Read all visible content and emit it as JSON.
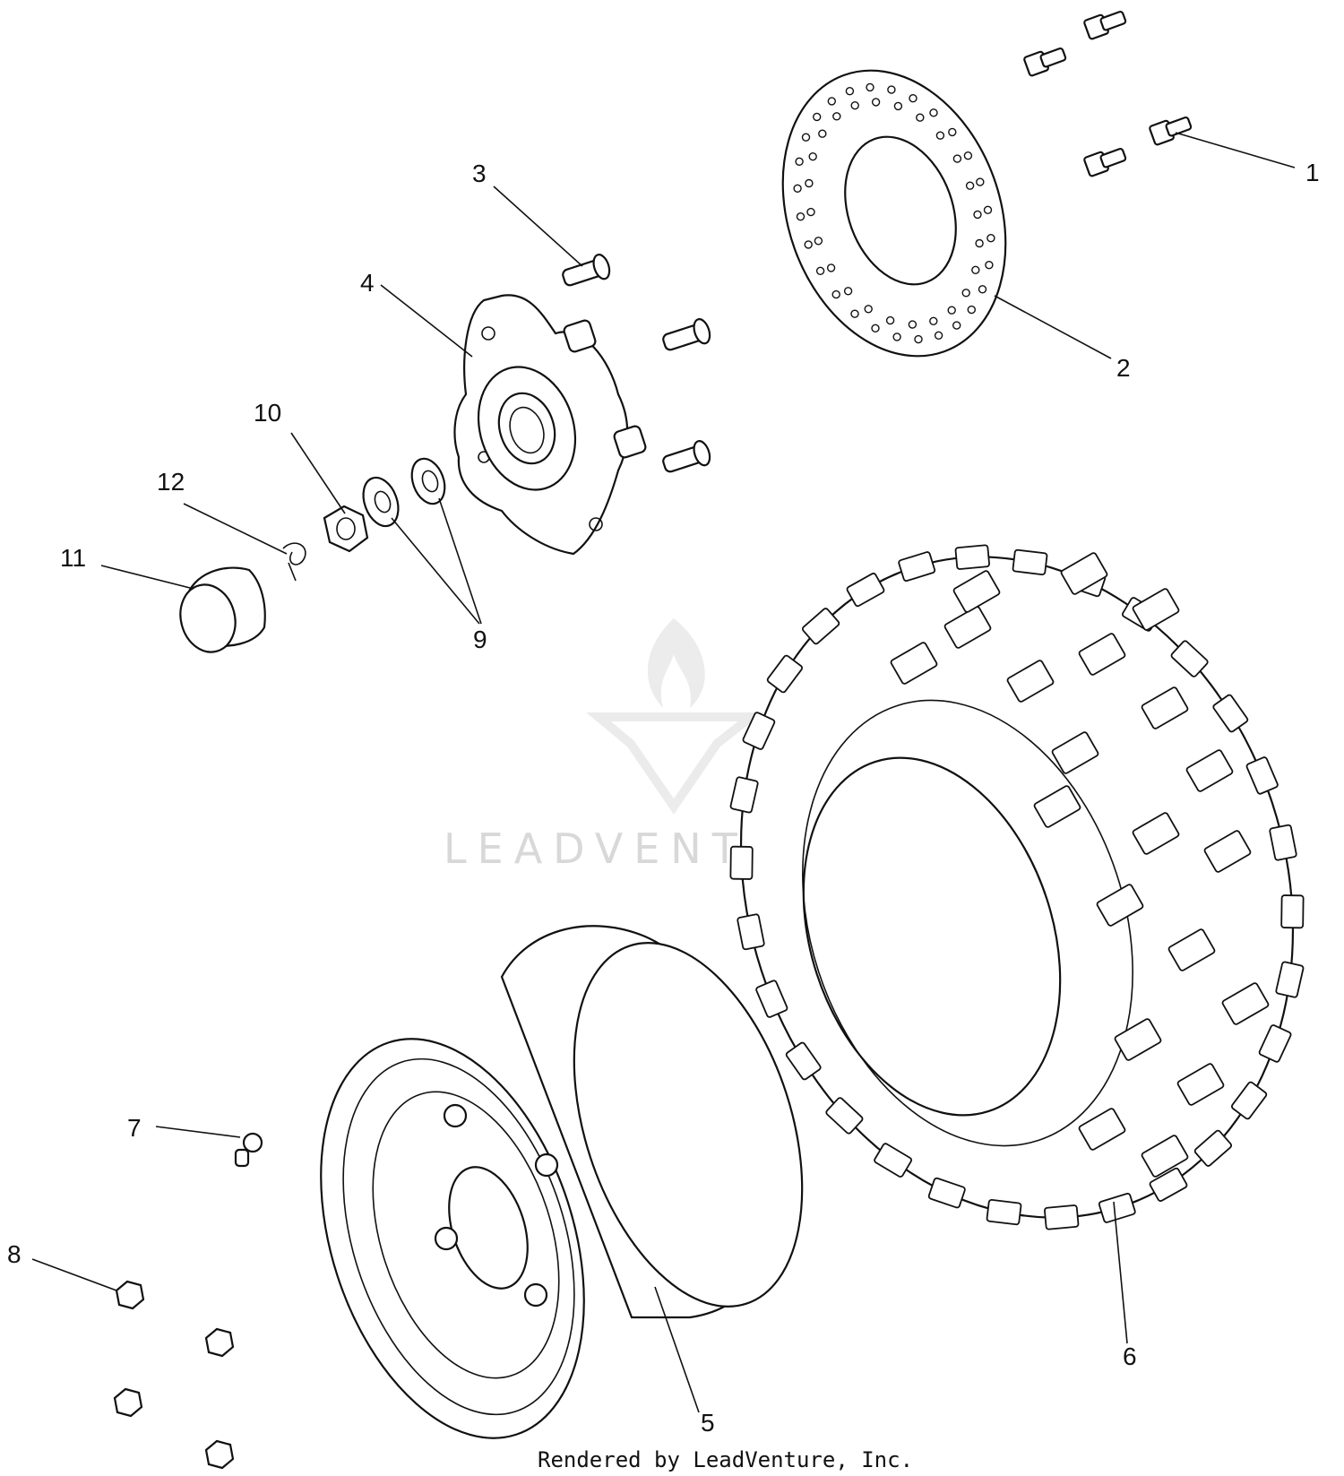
{
  "callouts": [
    "1",
    "2",
    "3",
    "4",
    "5",
    "6",
    "7",
    "8",
    "9",
    "10",
    "11",
    "12"
  ],
  "watermark": {
    "text": "LEADVENTURE"
  },
  "footer": {
    "text": "Rendered by LeadVenture, Inc."
  },
  "icons": {
    "watermark_logo": "leadventure-flame-logo",
    "parts": [
      "brake-disc",
      "hub",
      "wheel-rim",
      "tire",
      "lug-nut",
      "castle-nut",
      "cotter-pin",
      "dust-cap",
      "washer",
      "bolt",
      "stud",
      "valve-stem"
    ]
  }
}
